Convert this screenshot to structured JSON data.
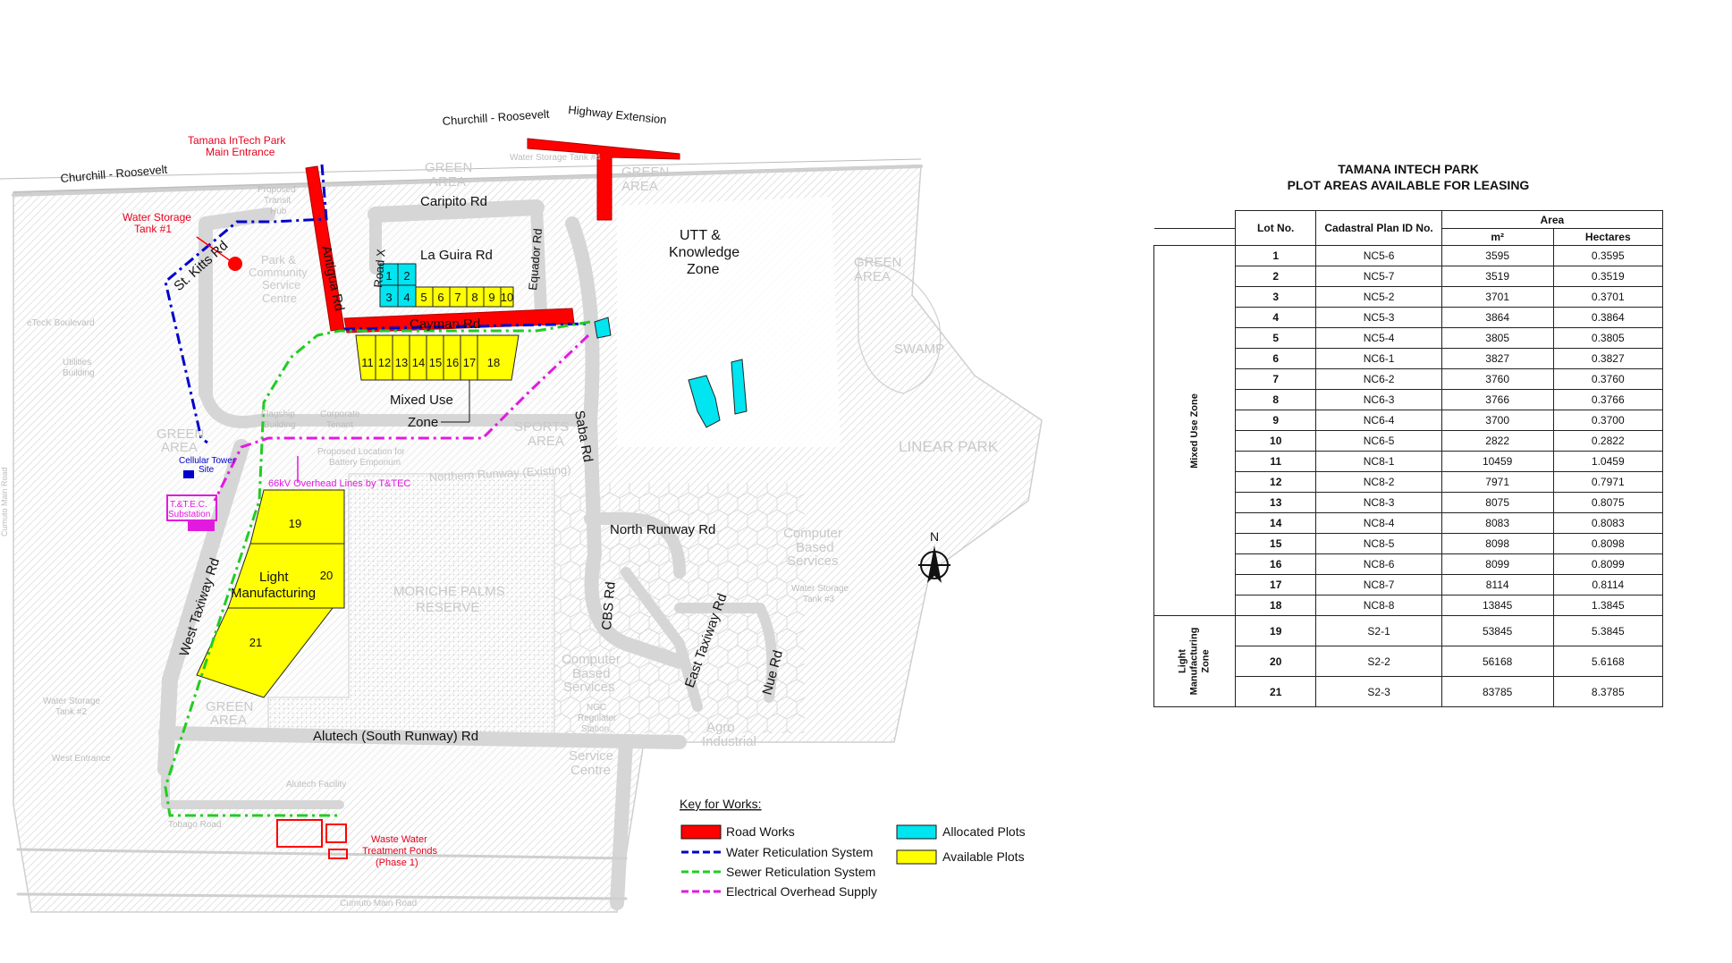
{
  "map": {
    "roads": {
      "churchill_roosevelt_left": "Churchill - Roosevelt",
      "churchill_roosevelt_top": "Churchill - Roosevelt",
      "highway_extension": "Highway Extension",
      "caripito": "Caripito Rd",
      "la_guira": "La Guira Rd",
      "equador": "Equador Rd",
      "road_x": "Road X",
      "antigua": "Antigua Rd",
      "st_kitts": "St. Kitts Rd",
      "cayman": "Cayman Rd",
      "saba": "Saba Rd",
      "north_runway": "North Runway Rd",
      "cbs": "CBS Rd",
      "east_taxiway": "East Taxiway Rd",
      "nue": "Nue Rd",
      "west_taxiway": "West Taxiway Rd",
      "alutech": "Alutech (South Runway) Rd",
      "etek_boulevard": "eTecK Boulevard",
      "cumuto_main_left": "Cumuto Main Road",
      "cumuto_main_bottom": "Cumuto Main Road",
      "tobago": "Tobago Road",
      "west_entrance": "West Entrance",
      "northern_runway": "Northern Runway (Existing)"
    },
    "labels": {
      "main_entrance": [
        "Tamana InTech Park",
        "Main Entrance"
      ],
      "water_tank1": [
        "Water Storage",
        "Tank #1"
      ],
      "cellular_tower": [
        "Cellular Tower",
        "Site"
      ],
      "ttec_substation": [
        "T.&T.E.C.",
        "Substation"
      ],
      "overhead_lines": "66kV Overhead Lines by T&TEC",
      "wastewater": [
        "Waste Water",
        "Treatment Ponds",
        "(Phase 1)"
      ],
      "utt_zone": [
        "UTT &",
        "Knowledge",
        "Zone"
      ],
      "mixed_use": "Mixed Use",
      "zone": "Zone",
      "light_manufacturing": [
        "Light",
        "Manufacturing"
      ],
      "green_area": [
        "GREEN",
        "AREA"
      ],
      "swamp": "SWAMP",
      "linear_park": "LINEAR PARK",
      "moriche": [
        "MORICHE PALMS",
        "RESERVE"
      ],
      "computer_services": [
        "Computer",
        "Based",
        "Services"
      ],
      "agro_industrial": [
        "Agro",
        "Industrial"
      ],
      "service_centre": [
        "Service",
        "Centre"
      ],
      "park_community": [
        "Park &",
        "Community",
        "Service",
        "Centre"
      ],
      "utilities_building": [
        "Utilities",
        "Building"
      ],
      "water_tank2": [
        "Water Storage",
        "Tank #2"
      ],
      "water_tank3": [
        "Water Storage",
        "Tank #3"
      ],
      "water_tank4": "Water Storage Tank #4",
      "alutech_facility": "Alutech Facility",
      "ngc_station": [
        "NGC",
        "Regulator",
        "Station"
      ],
      "proposed_transit": [
        "Proposed",
        "Transit",
        "Hub"
      ],
      "flagship": [
        "Flagship",
        "Building"
      ],
      "corporate": [
        "Corporate",
        "Tenant"
      ],
      "battery_emporium": [
        "Proposed Location for",
        "Battery Emporium"
      ],
      "sports": [
        "SPORTS",
        "AREA"
      ],
      "north_arrow": "N"
    },
    "lot_numbers": {
      "allocated": [
        "1",
        "2",
        "3",
        "4"
      ],
      "row_top": [
        "5",
        "6",
        "7",
        "8",
        "9",
        "10"
      ],
      "row_mid": [
        "11",
        "12",
        "13",
        "14",
        "15",
        "16",
        "17",
        "18"
      ],
      "light": [
        "19",
        "20",
        "21"
      ]
    },
    "legend": {
      "title": "Key for Works:",
      "items": [
        {
          "label": "Road Works",
          "kind": "swatch",
          "color": "#ff0000"
        },
        {
          "label": "Water Reticulation System",
          "kind": "dash",
          "color": "#0000cc"
        },
        {
          "label": "Sewer Reticulation System",
          "kind": "dash",
          "color": "#22cc22"
        },
        {
          "label": "Electrical Overhead Supply",
          "kind": "dash",
          "color": "#e21ae0"
        },
        {
          "label": "Allocated Plots",
          "kind": "swatch",
          "color": "#00e5f0"
        },
        {
          "label": "Available Plots",
          "kind": "swatch",
          "color": "#ffff00"
        }
      ]
    },
    "colors": {
      "road_works": "#ff0000",
      "water": "#0000cc",
      "sewer": "#22cc22",
      "electric": "#e21ae0",
      "allocated": "#00e5f0",
      "available": "#ffff00",
      "road_grey": "#d4d4d4"
    }
  },
  "table": {
    "title_line1": "TAMANA INTECH PARK",
    "title_line2": "PLOT AREAS AVAILABLE FOR LEASING",
    "headers": {
      "lot": "Lot No.",
      "cadastral": "Cadastral Plan ID No.",
      "area": "Area",
      "m2": "m²",
      "hectares": "Hectares"
    },
    "zones": {
      "mixed": "Mixed Use Zone",
      "light": "Light Manufacturing Zone"
    },
    "rows": [
      {
        "lot": "1",
        "cad": "NC5-6",
        "m2": "3595",
        "ha": "0.3595"
      },
      {
        "lot": "2",
        "cad": "NC5-7",
        "m2": "3519",
        "ha": "0.3519"
      },
      {
        "lot": "3",
        "cad": "NC5-2",
        "m2": "3701",
        "ha": "0.3701"
      },
      {
        "lot": "4",
        "cad": "NC5-3",
        "m2": "3864",
        "ha": "0.3864"
      },
      {
        "lot": "5",
        "cad": "NC5-4",
        "m2": "3805",
        "ha": "0.3805"
      },
      {
        "lot": "6",
        "cad": "NC6-1",
        "m2": "3827",
        "ha": "0.3827"
      },
      {
        "lot": "7",
        "cad": "NC6-2",
        "m2": "3760",
        "ha": "0.3760"
      },
      {
        "lot": "8",
        "cad": "NC6-3",
        "m2": "3766",
        "ha": "0.3766"
      },
      {
        "lot": "9",
        "cad": "NC6-4",
        "m2": "3700",
        "ha": "0.3700"
      },
      {
        "lot": "10",
        "cad": "NC6-5",
        "m2": "2822",
        "ha": "0.2822"
      },
      {
        "lot": "11",
        "cad": "NC8-1",
        "m2": "10459",
        "ha": "1.0459"
      },
      {
        "lot": "12",
        "cad": "NC8-2",
        "m2": "7971",
        "ha": "0.7971"
      },
      {
        "lot": "13",
        "cad": "NC8-3",
        "m2": "8075",
        "ha": "0.8075"
      },
      {
        "lot": "14",
        "cad": "NC8-4",
        "m2": "8083",
        "ha": "0.8083"
      },
      {
        "lot": "15",
        "cad": "NC8-5",
        "m2": "8098",
        "ha": "0.8098"
      },
      {
        "lot": "16",
        "cad": "NC8-6",
        "m2": "8099",
        "ha": "0.8099"
      },
      {
        "lot": "17",
        "cad": "NC8-7",
        "m2": "8114",
        "ha": "0.8114"
      },
      {
        "lot": "18",
        "cad": "NC8-8",
        "m2": "13845",
        "ha": "1.3845"
      },
      {
        "lot": "19",
        "cad": "S2-1",
        "m2": "53845",
        "ha": "5.3845"
      },
      {
        "lot": "20",
        "cad": "S2-2",
        "m2": "56168",
        "ha": "5.6168"
      },
      {
        "lot": "21",
        "cad": "S2-3",
        "m2": "83785",
        "ha": "8.3785"
      }
    ]
  }
}
